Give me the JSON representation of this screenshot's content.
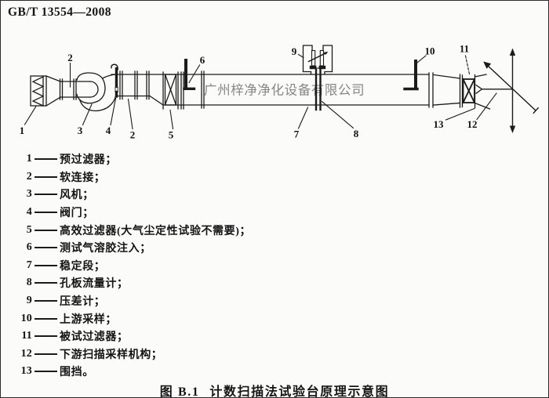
{
  "header": {
    "standard_code": "GB/T 13554—2008"
  },
  "diagram": {
    "watermark": "广州梓净净化设备有限公司",
    "callouts": [
      "1",
      "2",
      "3",
      "4",
      "2",
      "5",
      "6",
      "7",
      "8",
      "9",
      "10",
      "11",
      "12",
      "13"
    ]
  },
  "legend": {
    "items": [
      {
        "num": "1",
        "text": "预过滤器；"
      },
      {
        "num": "2",
        "text": "软连接；"
      },
      {
        "num": "3",
        "text": "风机；"
      },
      {
        "num": "4",
        "text": "阀门；"
      },
      {
        "num": "5",
        "text": "高效过滤器(大气尘定性试验不需要)；"
      },
      {
        "num": "6",
        "text": "测试气溶胶注入；"
      },
      {
        "num": "7",
        "text": "稳定段；"
      },
      {
        "num": "8",
        "text": "孔板流量计；"
      },
      {
        "num": "9",
        "text": "压差计；"
      },
      {
        "num": "10",
        "text": "上游采样；"
      },
      {
        "num": "11",
        "text": "被试过滤器；"
      },
      {
        "num": "12",
        "text": "下游扫描采样机构；"
      },
      {
        "num": "13",
        "text": "围挡。"
      }
    ]
  },
  "caption": {
    "fig_no": "图 B.1",
    "title": "计数扫描法试验台原理示意图"
  },
  "colors": {
    "ink": "#1b1b1b",
    "paper": "#fbfbf9",
    "watermark": "#868686"
  }
}
